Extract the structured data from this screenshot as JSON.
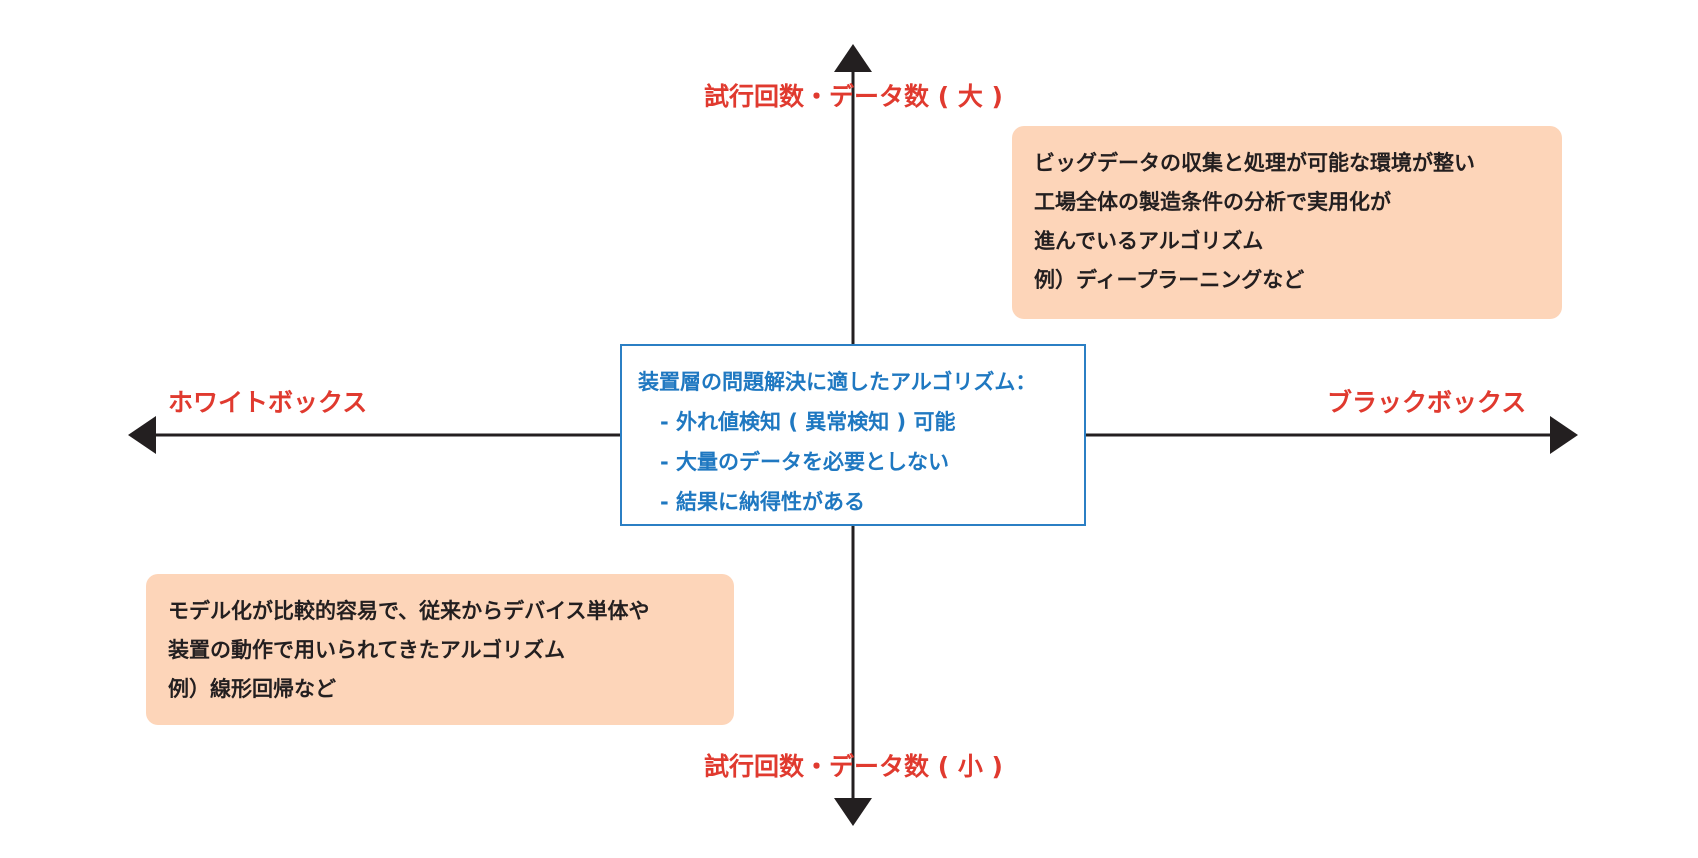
{
  "axes": {
    "top_label": "試行回数・データ数 ( 大 )",
    "bottom_label": "試行回数・データ数 ( 小 )",
    "left_label": "ホワイトボックス",
    "right_label": "ブラックボックス"
  },
  "center_box": {
    "title": "装置層の問題解決に適したアルゴリズム：",
    "items": [
      "- 外れ値検知 ( 異常検知 ) 可能",
      "- 大量のデータを必要としない",
      "- 結果に納得性がある"
    ]
  },
  "notes": {
    "top_right": {
      "lines": [
        "ビッグデータの収集と処理が可能な環境が整い",
        "工場全体の製造条件の分析で実用化が",
        "進んでいるアルゴリズム",
        "例）ディープラーニングなど"
      ]
    },
    "bottom_left": {
      "lines": [
        "モデル化が比較的容易で、従来からデバイス単体や",
        "装置の動作で用いられてきたアルゴリズム",
        "例）線形回帰など"
      ]
    }
  },
  "colors": {
    "axis": "#231f20",
    "label_red": "#e03a2f",
    "center_blue": "#1f78c1",
    "note_fill": "#fdd5b9"
  }
}
